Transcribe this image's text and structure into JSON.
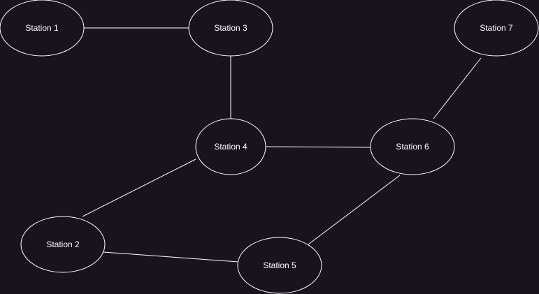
{
  "diagram": {
    "background": "#18141d",
    "stroke_color": "#ffffff",
    "text_color": "#ffffff",
    "nodes": [
      {
        "id": "station-1",
        "label": "Station 1"
      },
      {
        "id": "station-2",
        "label": "Station 2"
      },
      {
        "id": "station-3",
        "label": "Station 3"
      },
      {
        "id": "station-4",
        "label": "Station 4"
      },
      {
        "id": "station-5",
        "label": "Station 5"
      },
      {
        "id": "station-6",
        "label": "Station 6"
      },
      {
        "id": "station-7",
        "label": "Station 7"
      }
    ],
    "edges": [
      {
        "from": "station-1",
        "to": "station-3"
      },
      {
        "from": "station-3",
        "to": "station-4"
      },
      {
        "from": "station-4",
        "to": "station-6"
      },
      {
        "from": "station-6",
        "to": "station-7"
      },
      {
        "from": "station-4",
        "to": "station-2"
      },
      {
        "from": "station-2",
        "to": "station-5"
      },
      {
        "from": "station-5",
        "to": "station-6"
      }
    ]
  }
}
